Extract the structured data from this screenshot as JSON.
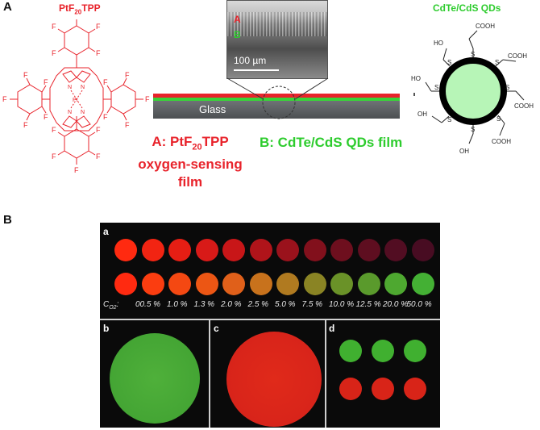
{
  "panel_a": {
    "letter": "A",
    "porphyrin_title_main": "PtF",
    "porphyrin_title_sub": "20",
    "porphyrin_title_tail": "TPP",
    "qds_title": "CdTe/CdS QDs",
    "label_a_line1_main": "A: PtF",
    "label_a_line1_sub": "20",
    "label_a_line1_tail": "TPP",
    "label_a_line2": "oxygen-sensing film",
    "label_b": "B: CdTe/CdS QDs film",
    "glass_label": "Glass",
    "sem_scalebar": "100 µm",
    "sem_layer_a": "A",
    "sem_layer_b": "B",
    "atom_f": "F",
    "atom_n": "N",
    "atom_pt": "Pt",
    "atom_s": "S",
    "ligand_cooh": "COOH",
    "ligand_ho": "HO",
    "ligand_oh": "OH"
  },
  "panel_b": {
    "letter": "B",
    "sub_a": "a",
    "sub_b": "b",
    "sub_c": "c",
    "sub_d": "d",
    "conc_prefix": "C",
    "conc_prefix_sub": "O2",
    "concentrations": [
      "0",
      "0.5 %",
      "1.0 %",
      "1.3 %",
      "2.0 %",
      "2.5 %",
      "5.0 %",
      "7.5 %",
      "10.0 %",
      "12.5 %",
      "20.0 %",
      "50.0 %"
    ],
    "top_row_colors": [
      "#ff2a10",
      "#f22412",
      "#e61e14",
      "#d81a18",
      "#c81618",
      "#b0141a",
      "#9a121c",
      "#82101c",
      "#6e0f1e",
      "#5e0e20",
      "#520d22",
      "#480c22"
    ],
    "bottom_row_colors": [
      "#ff2a10",
      "#fb3d10",
      "#f44812",
      "#ec5614",
      "#e0601a",
      "#c8721c",
      "#b07a20",
      "#8a8424",
      "#6a9228",
      "#5a9a2c",
      "#4ea830",
      "#44b034"
    ]
  }
}
